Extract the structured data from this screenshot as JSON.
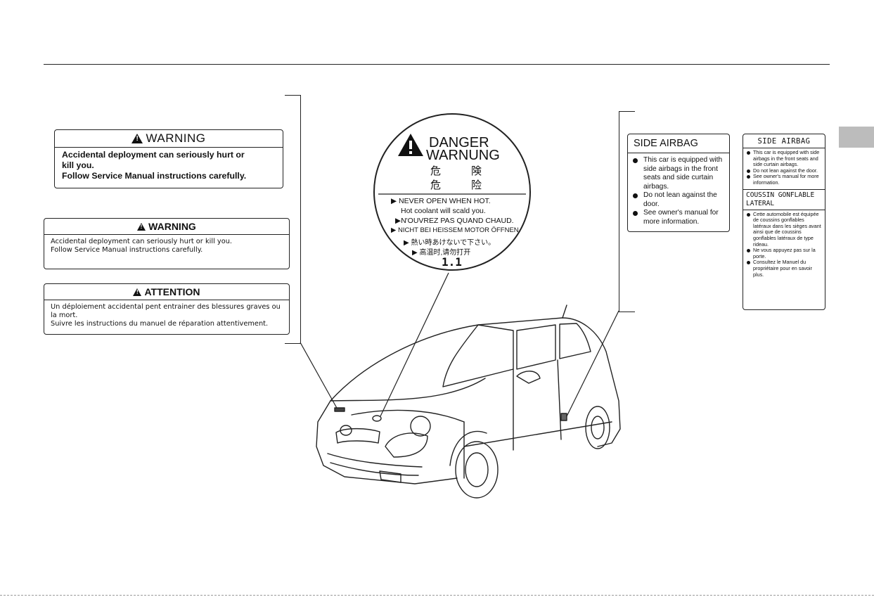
{
  "warning_label_bold": {
    "heading": "WARNING",
    "lines": [
      "Accidental deployment can seriously hurt or",
      "kill you.",
      "Follow Service Manual instructions carefully."
    ]
  },
  "warning_label_plain": {
    "heading": "WARNING",
    "lines": [
      "Accidental deployment can seriously hurt or kill you.",
      "Follow Service Manual instructions carefully."
    ]
  },
  "attention_label": {
    "heading": "ATTENTION",
    "lines": [
      "Un déploiement accidental pent entrainer des blessures graves ou",
      "la mort.",
      "Suivre les instructions du manuel de réparation attentivement."
    ]
  },
  "radiator_cap_label": {
    "danger": "DANGER",
    "warnung": "WARNUNG",
    "kanji_1a": "危",
    "kanji_1b": "険",
    "kanji_2a": "危",
    "kanji_2b": "险",
    "lines": [
      "NEVER OPEN WHEN HOT.",
      "Hot coolant will scald  you.",
      "N'OUVREZ PAS QUAND CHAUD.",
      "NICHT BEI HEISSEM MOTOR ÖFFNEN.",
      "熱い時あけないで下さい。",
      "高温时,请勿打开"
    ],
    "rating": "1.1"
  },
  "side_airbag_label_en": {
    "title": "SIDE AIRBAG",
    "items": [
      "This car is equipped with side airbags in the front seats and side curtain airbags.",
      "Do not lean against the door.",
      "See owner's manual for more information."
    ]
  },
  "side_airbag_label_bilingual": {
    "title": "SIDE AIRBAG",
    "items_en": [
      "This car is equipped with side airbags in the front seats and side curtain airbags.",
      "Do not lean against the door.",
      "See owner's manual for more information."
    ],
    "title_fr": "COUSSIN  GONFLABLE LATERAL",
    "items_fr": [
      "Cette automobile est équipée de coussins gonflables latéraux dans les sièges avant ainsi que de coussins gonflables latéraux de type rideau.",
      "Ne vous appuyez pas sur la porte.",
      "Consultez le Manuel du propriétaire pour en savoir plus."
    ]
  }
}
